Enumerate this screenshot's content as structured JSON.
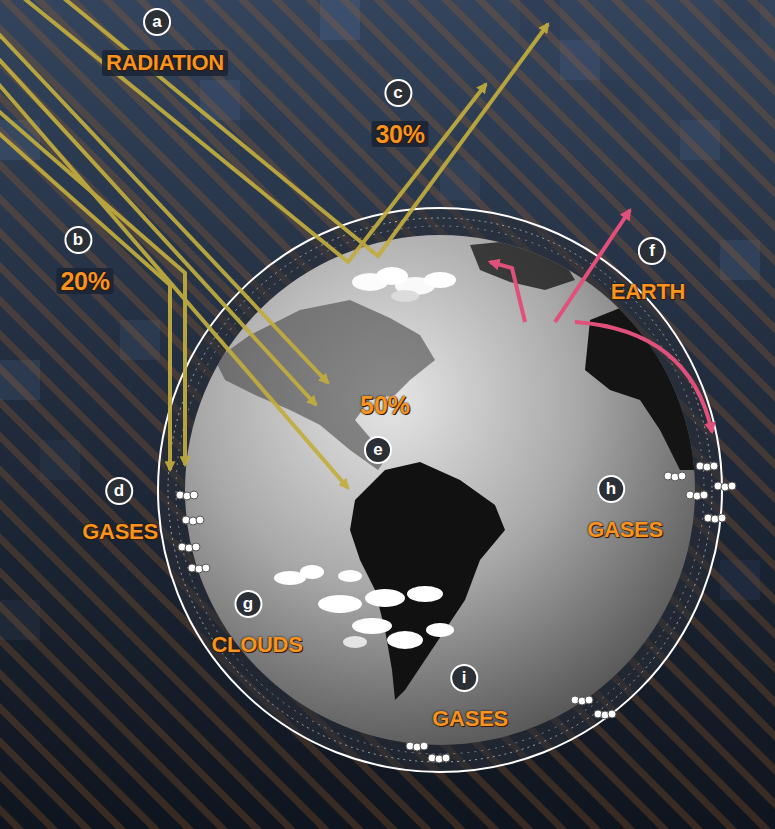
{
  "diagram": {
    "nodes": [
      {
        "text": [
          "a",
          "RADIATION"
        ]
      },
      {
        "text": [
          "c",
          "30%"
        ]
      },
      {
        "text": [
          "b",
          "20%"
        ]
      },
      {
        "text": [
          "f",
          "EARTH"
        ]
      },
      {
        "text": [
          "e"
        ]
      },
      {
        "text": [
          "d",
          "GASES"
        ]
      },
      {
        "text": [
          "h",
          "GASES"
        ]
      },
      {
        "text": [
          "g",
          "CLOUDS"
        ]
      },
      {
        "text": [
          "i",
          "GASES"
        ]
      }
    ],
    "labels": [
      "50%"
    ]
  }
}
